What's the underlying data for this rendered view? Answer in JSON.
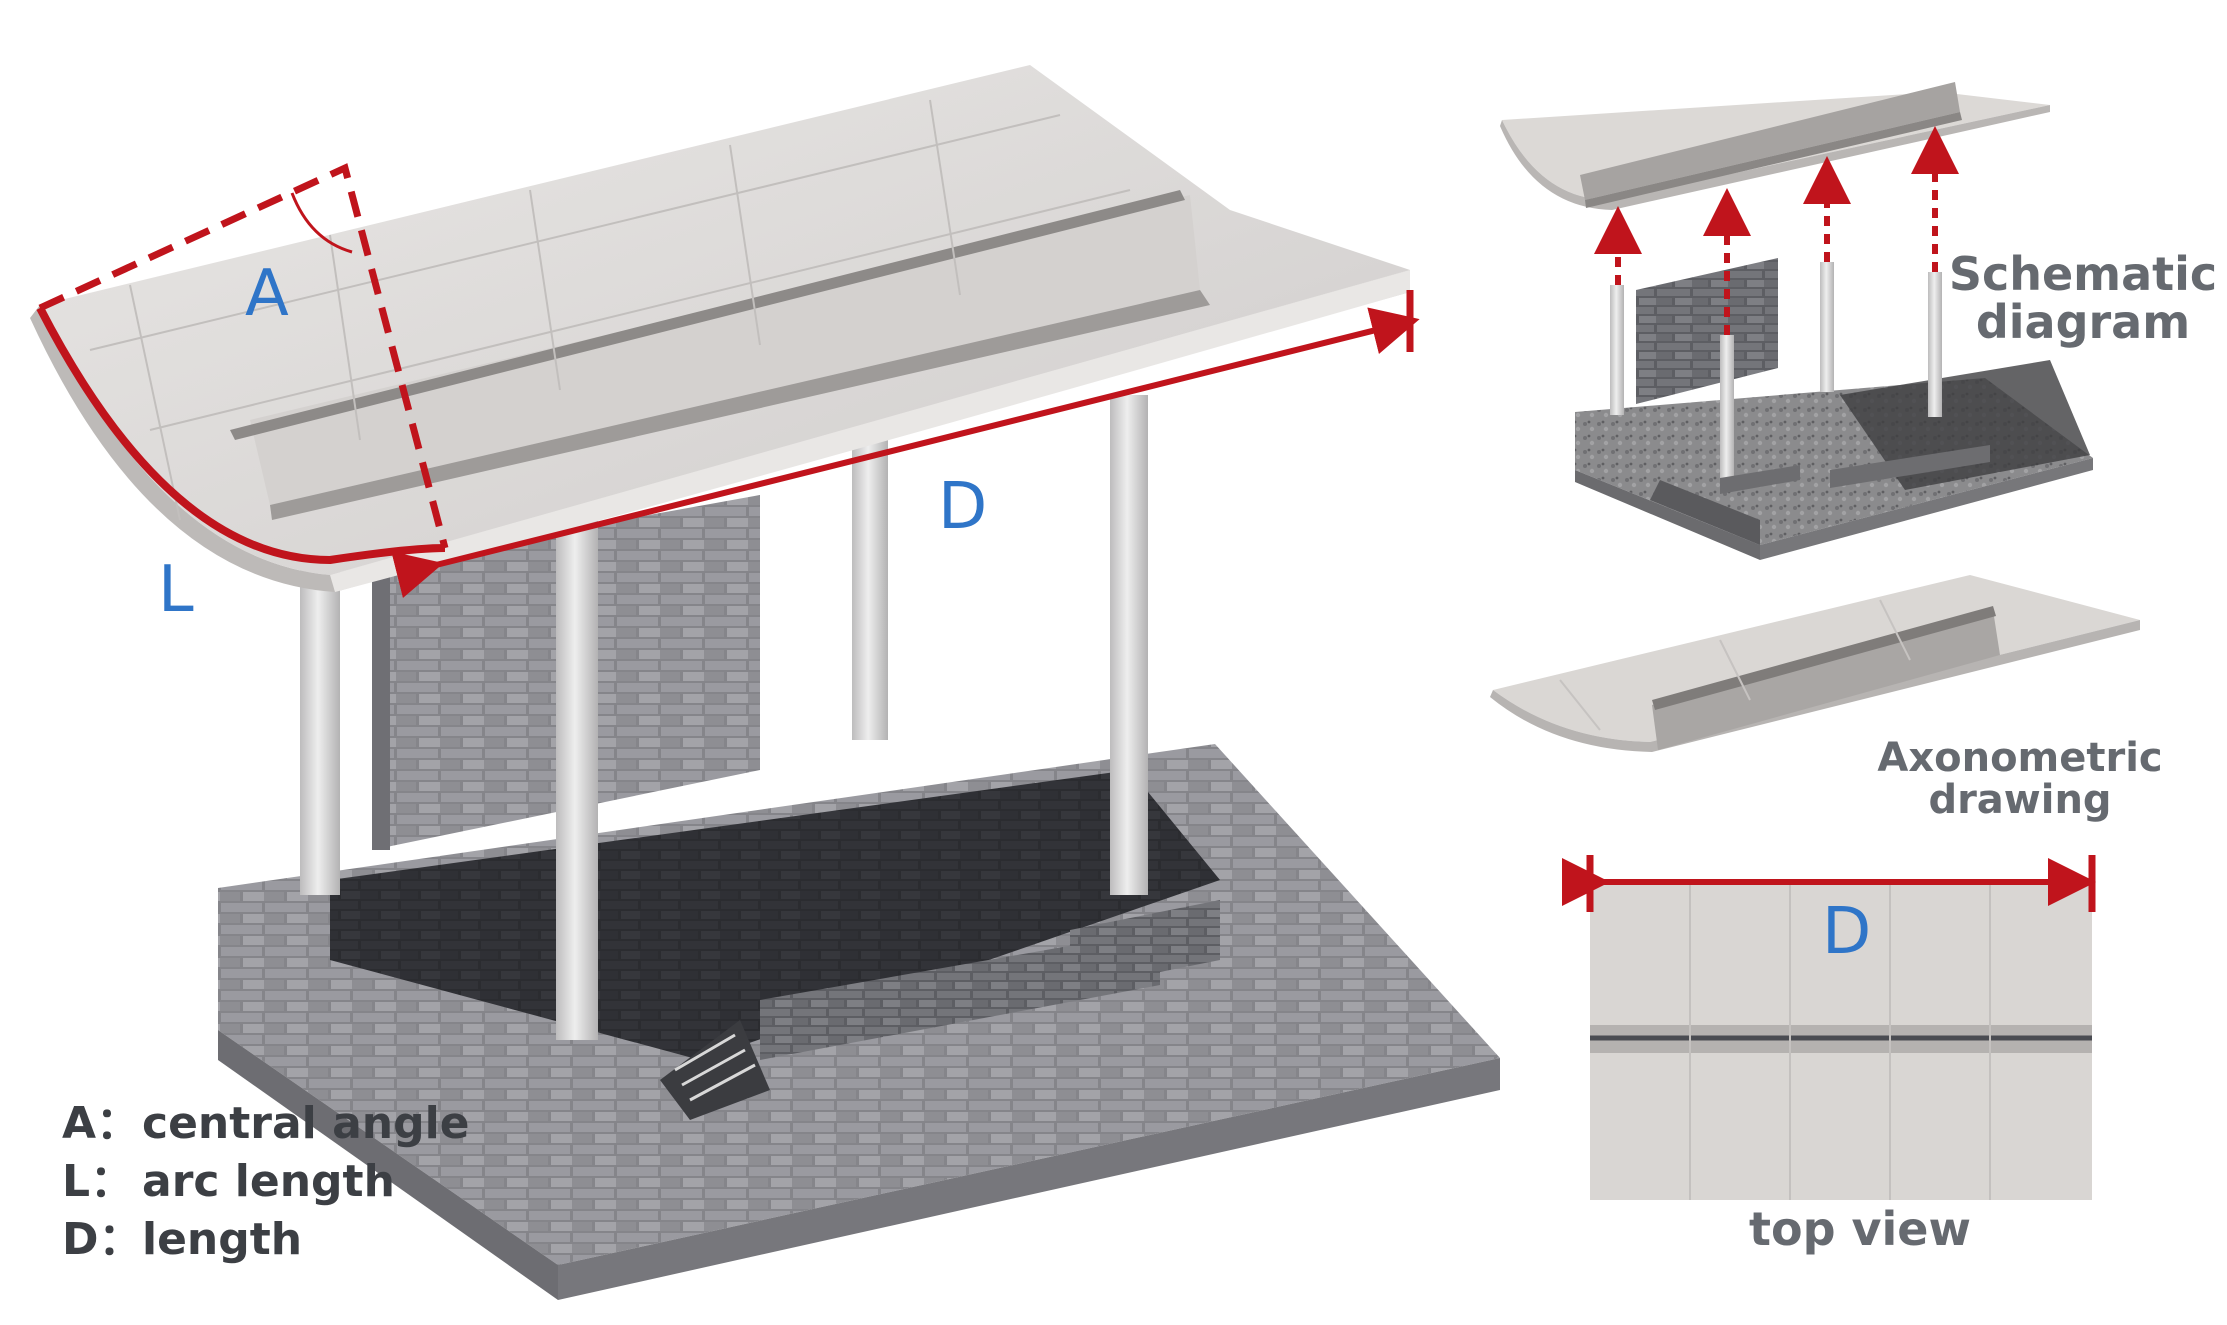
{
  "labels": {
    "angle": "A",
    "arc": "L",
    "length_main": "D",
    "length_top": "D"
  },
  "views": {
    "schematic": [
      "Schematic",
      "diagram"
    ],
    "axonometric": [
      "Axonometric",
      "drawing"
    ],
    "top": "top view"
  },
  "legend": [
    {
      "key": "A：",
      "text": "central angle"
    },
    {
      "key": "L：",
      "text": "arc length"
    },
    {
      "key": "D：",
      "text": "length"
    }
  ],
  "colors": {
    "annotation_red": "#c0141c",
    "label_blue": "#2f75c8",
    "concrete": "#dcd9d6",
    "brick": "#7c7c80",
    "floor": "#2c2d31"
  }
}
